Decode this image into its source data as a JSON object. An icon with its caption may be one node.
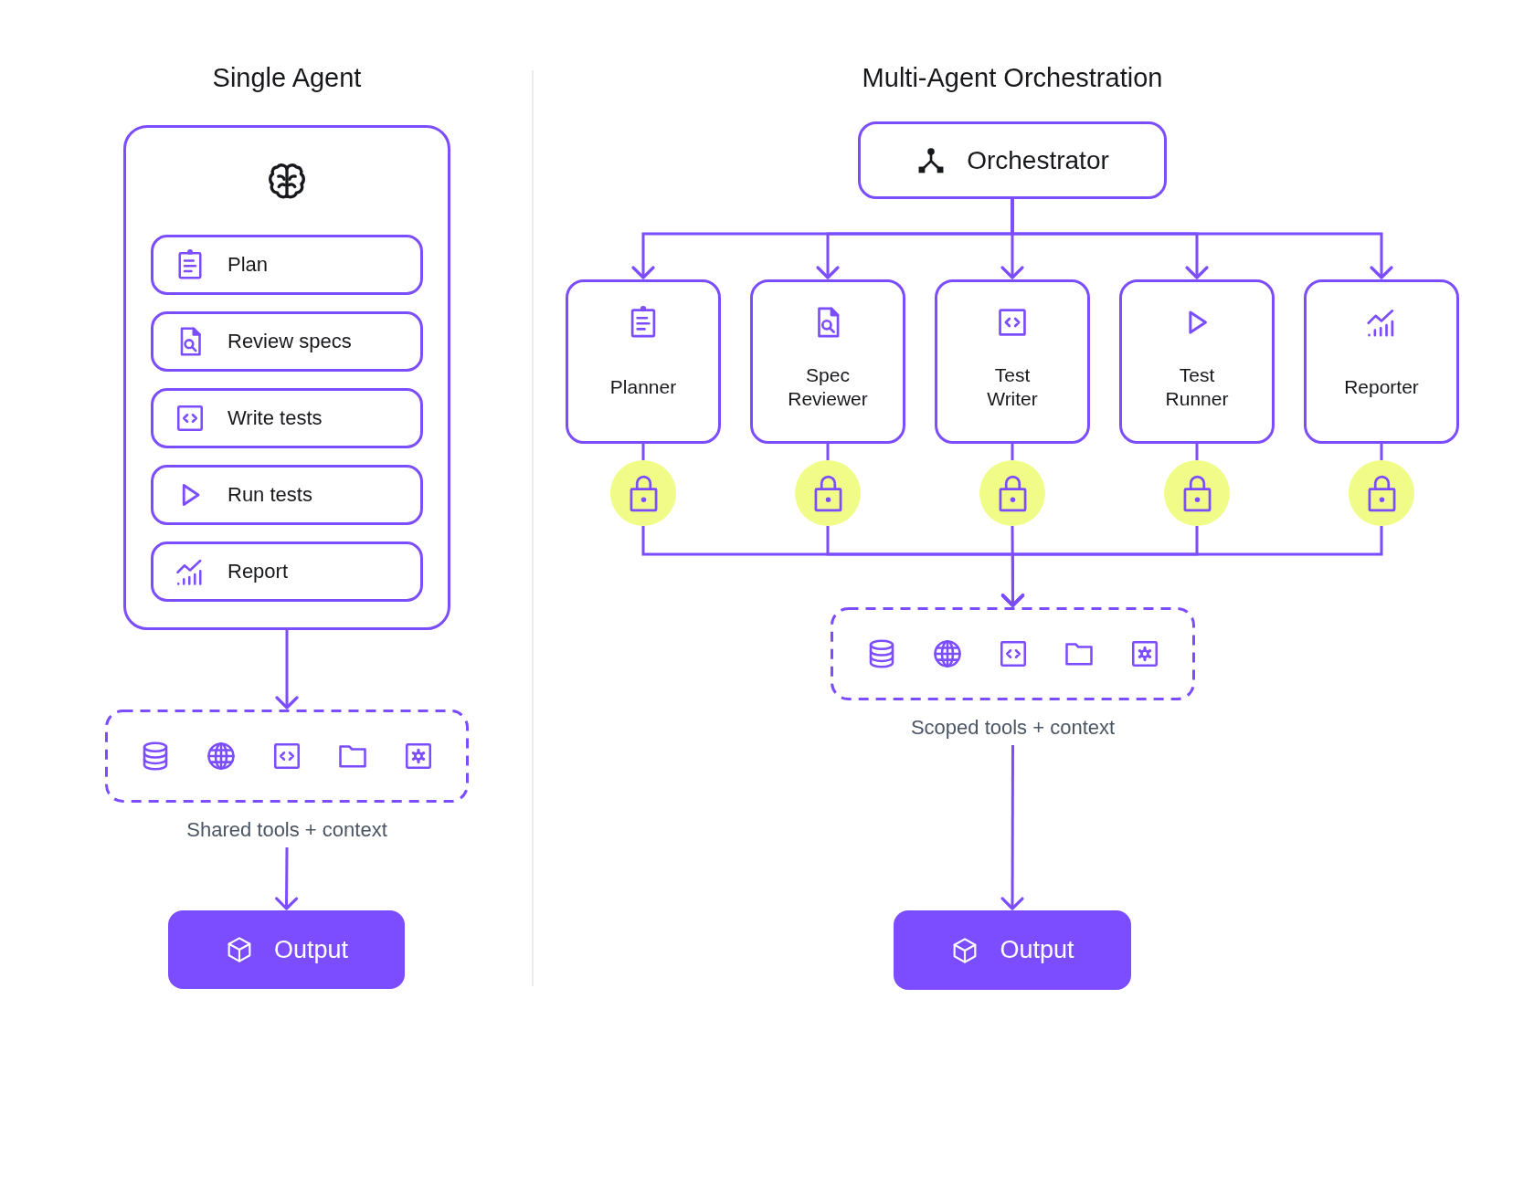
{
  "diagram": {
    "nodes": [
      {
        "text": [],
        "shape": "box"
      },
      {
        "text": [
          "Plan"
        ],
        "in": 0
      },
      {
        "text": [
          "Review specs"
        ],
        "in": 0
      },
      {
        "text": [
          "Write tests"
        ],
        "in": 0
      },
      {
        "text": [
          "Run tests"
        ],
        "in": 0
      },
      {
        "text": [
          "Report"
        ],
        "in": 0
      },
      {
        "text": [],
        "shape": "box",
        "beside": [
          "Shared tools + context"
        ]
      },
      {
        "text": [
          "Output"
        ]
      },
      {
        "text": [
          "Orchestrator"
        ]
      },
      {
        "text": [
          "Planner"
        ]
      },
      {
        "text": [
          "Spec Reviewer"
        ]
      },
      {
        "text": [
          "Test Writer"
        ]
      },
      {
        "text": [
          "Test Runner"
        ]
      },
      {
        "text": [
          "Reporter"
        ]
      },
      {
        "text": [],
        "shape": "circle"
      },
      {
        "text": [],
        "shape": "circle"
      },
      {
        "text": [],
        "shape": "circle"
      },
      {
        "text": [],
        "shape": "circle"
      },
      {
        "text": [],
        "shape": "circle"
      },
      {
        "text": [],
        "shape": "box",
        "beside": [
          "Scoped tools + context"
        ]
      },
      {
        "text": [
          "Output"
        ]
      }
    ],
    "edges": [
      {
        "from": 0,
        "to": 6,
        "arrow": "to"
      },
      {
        "from": 6,
        "to": 7,
        "arrow": "to"
      },
      {
        "from": 8,
        "to": 9,
        "arrow": "to"
      },
      {
        "from": 8,
        "to": 10,
        "arrow": "to"
      },
      {
        "from": 8,
        "to": 11,
        "arrow": "to"
      },
      {
        "from": 8,
        "to": 12,
        "arrow": "to"
      },
      {
        "from": 8,
        "to": 13,
        "arrow": "to"
      },
      {
        "from": 9,
        "to": 14,
        "arrow": "none"
      },
      {
        "from": 10,
        "to": 15,
        "arrow": "none"
      },
      {
        "from": 11,
        "to": 16,
        "arrow": "none"
      },
      {
        "from": 12,
        "to": 17,
        "arrow": "none"
      },
      {
        "from": 13,
        "to": 18,
        "arrow": "none"
      },
      {
        "from": 14,
        "to": 19,
        "arrow": "to"
      },
      {
        "from": 15,
        "to": 19,
        "arrow": "to"
      },
      {
        "from": 16,
        "to": 19,
        "arrow": "to"
      },
      {
        "from": 17,
        "to": 19,
        "arrow": "to"
      },
      {
        "from": 18,
        "to": 19,
        "arrow": "to"
      },
      {
        "from": 19,
        "to": 20,
        "arrow": "to"
      }
    ],
    "labels": [
      "Single Agent",
      "Multi-Agent Orchestration"
    ]
  }
}
